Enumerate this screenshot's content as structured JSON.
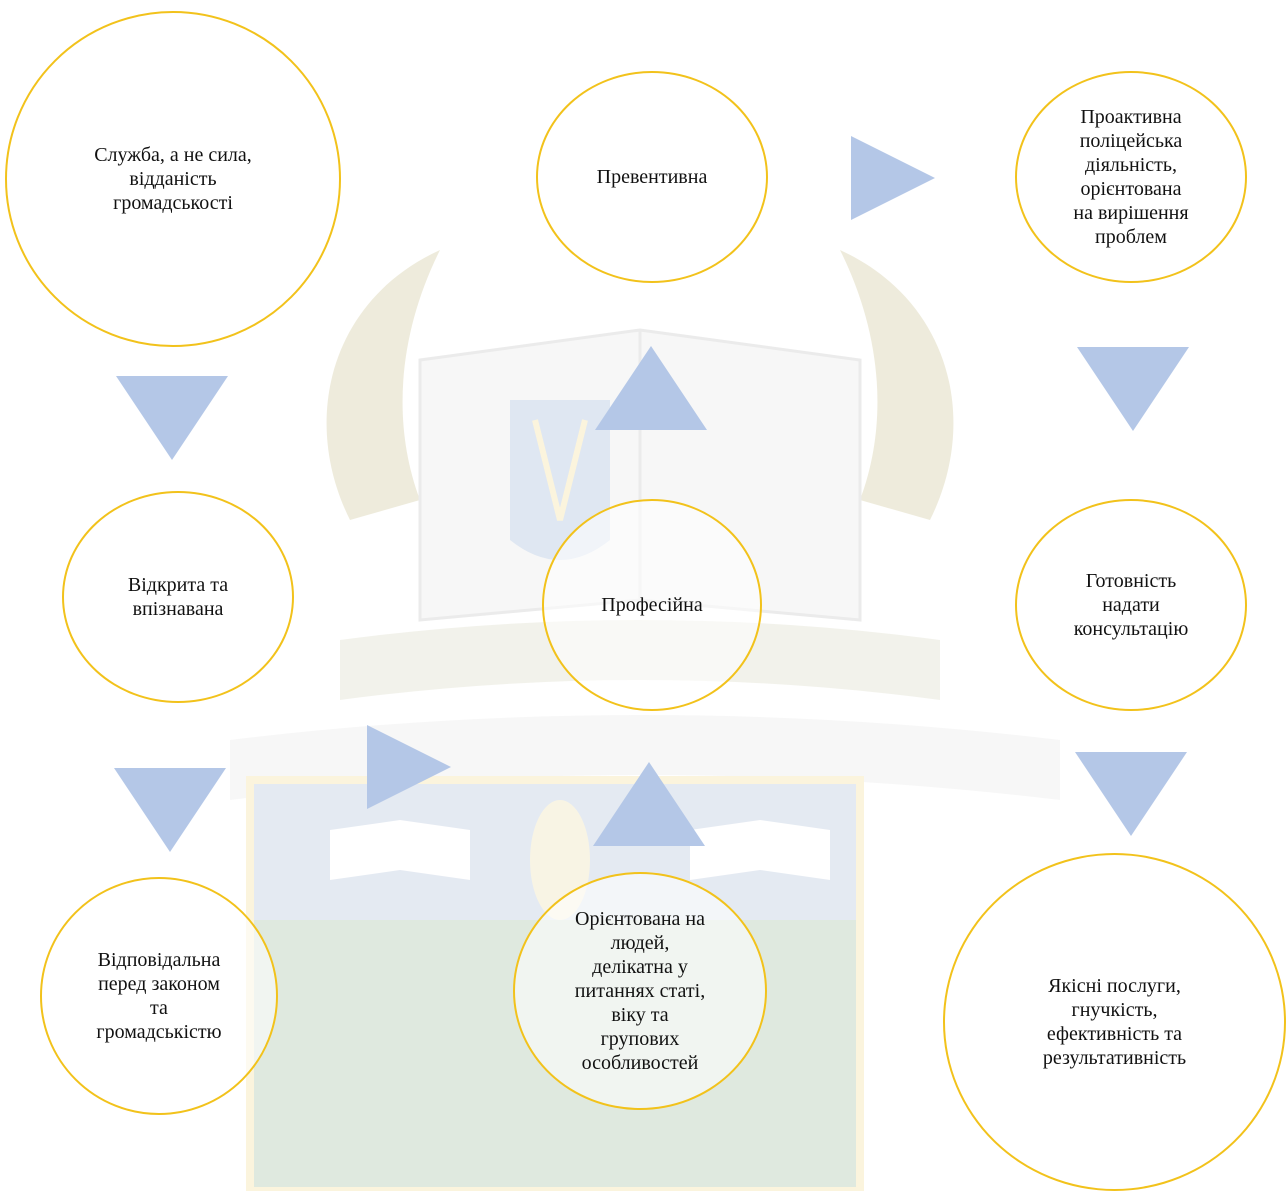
{
  "colors": {
    "node_border": "#f2c21b",
    "arrow_fill": "#b4c7e7",
    "text": "#111111"
  },
  "nodes": {
    "service": "Служба, а не сила,\nвідданість\nгромадськості",
    "preventive": "Превентивна",
    "proactive": "Проактивна\nполіцейська\nдіяльність,\nорієнтована\nна вирішення\nпроблем",
    "open": "Відкрита та\nвпізнавана",
    "professional": "Професійна",
    "readiness": "Готовність\nнадати\nконсультацію",
    "accountable": "Відповідальна\nперед законом\nта\nгромадськістю",
    "people": "Орієнтована на\nлюдей,\nделікатна у\nпитаннях статі,\nвіку та\nгрупових\nособливостей",
    "quality": "Якісні послуги,\nгнучкість,\nефективність та\nрезультативність"
  },
  "arrows": {
    "service_to_open": "down",
    "open_to_accountable": "down",
    "accountable_to_people": "right",
    "people_to_professional": "up",
    "professional_to_preventive": "up",
    "preventive_to_proactive": "right",
    "proactive_to_readiness": "down",
    "readiness_to_quality": "down"
  }
}
